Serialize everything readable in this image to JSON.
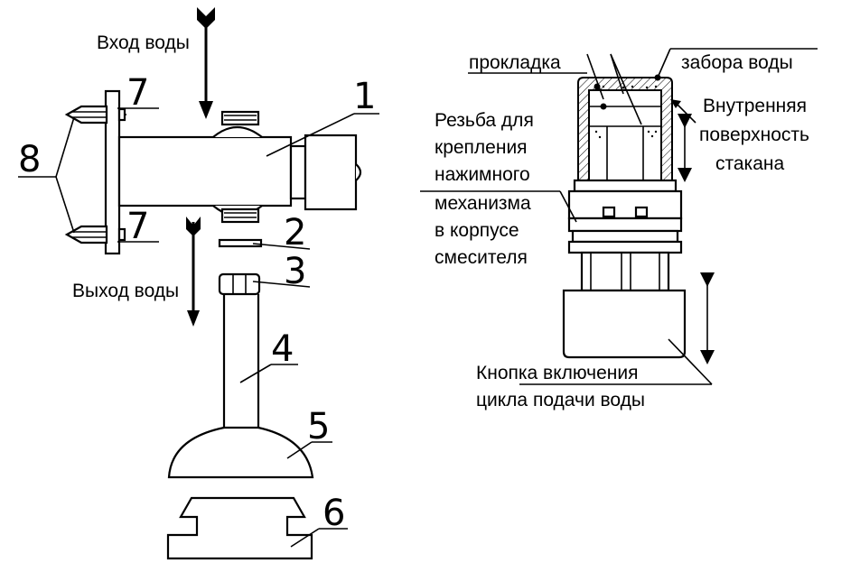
{
  "left": {
    "inlet_label": "Вход воды",
    "outlet_label": "Выход воды",
    "numbers": [
      "1",
      "2",
      "3",
      "4",
      "5",
      "6",
      "7",
      "8"
    ]
  },
  "right": {
    "gasket_label": "прокладка",
    "intake_label": "забора воды",
    "inner_surface_label": [
      "Внутренняя",
      "поверхность",
      "стакана"
    ],
    "thread_label": [
      "Резьба для",
      "крепления",
      "нажимного",
      "механизма",
      "в корпусе",
      "смесителя"
    ],
    "button_label": [
      "Кнопка включения",
      "цикла подачи воды"
    ]
  }
}
